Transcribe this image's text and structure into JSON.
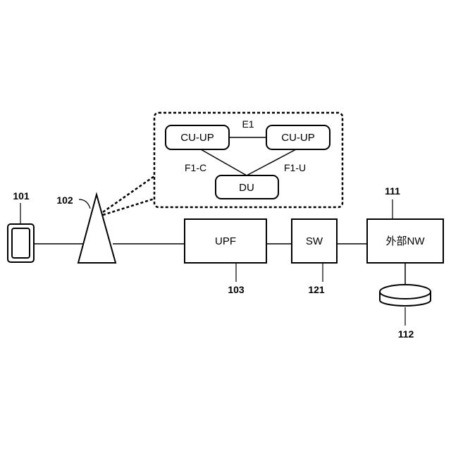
{
  "detail": {
    "cu_up_left": "CU-UP",
    "cu_up_right": "CU-UP",
    "du": "DU",
    "e1": "E1",
    "f1c": "F1-C",
    "f1u": "F1-U"
  },
  "nodes": {
    "upf": "UPF",
    "sw": "SW",
    "external_nw": "外部NW"
  },
  "refs": {
    "terminal": "101",
    "base_station": "102",
    "upf": "103",
    "external_nw": "111",
    "database": "112",
    "sw": "121"
  }
}
